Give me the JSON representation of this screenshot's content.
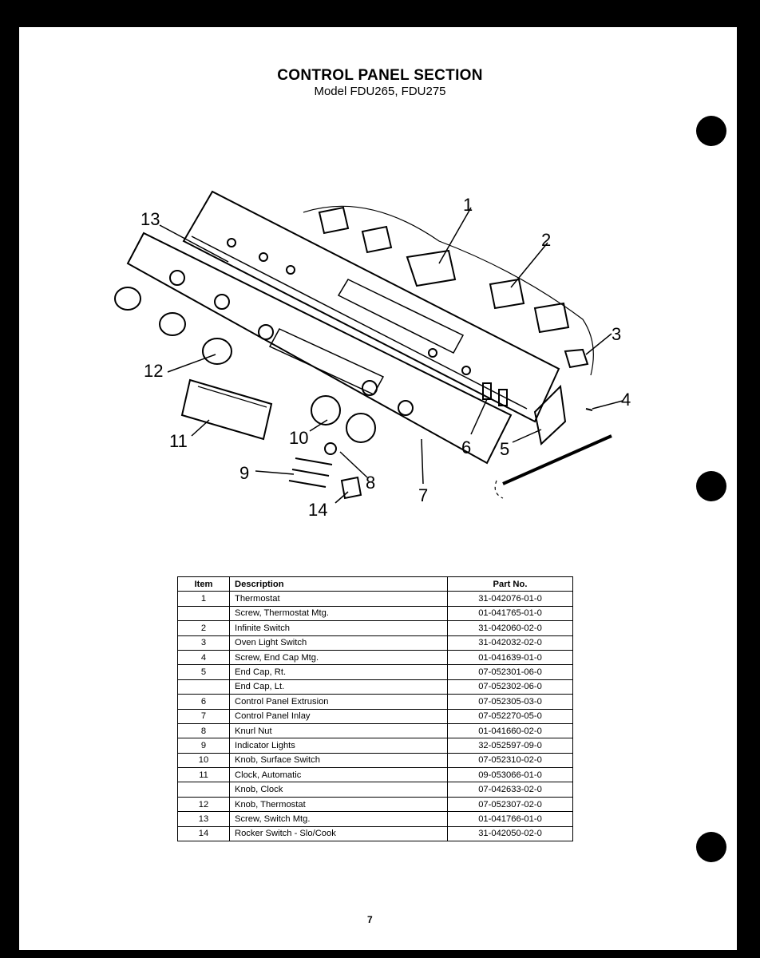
{
  "header": {
    "title": "CONTROL PANEL SECTION",
    "subtitle": "Model FDU265, FDU275"
  },
  "callouts": [
    "1",
    "2",
    "3",
    "4",
    "5",
    "6",
    "7",
    "8",
    "9",
    "10",
    "11",
    "12",
    "13",
    "14"
  ],
  "table": {
    "headers": [
      "Item",
      "Description",
      "Part No."
    ],
    "rows": [
      {
        "item": "1",
        "desc": "Thermostat",
        "part": "31-042076-01-0"
      },
      {
        "item": "",
        "desc": "Screw, Thermostat Mtg.",
        "part": "01-041765-01-0"
      },
      {
        "item": "2",
        "desc": "Infinite Switch",
        "part": "31-042060-02-0"
      },
      {
        "item": "3",
        "desc": "Oven Light Switch",
        "part": "31-042032-02-0"
      },
      {
        "item": "4",
        "desc": "Screw, End Cap Mtg.",
        "part": "01-041639-01-0"
      },
      {
        "item": "5",
        "desc": "End Cap, Rt.",
        "part": "07-052301-06-0"
      },
      {
        "item": "",
        "desc": "End Cap, Lt.",
        "part": "07-052302-06-0"
      },
      {
        "item": "6",
        "desc": "Control Panel Extrusion",
        "part": "07-052305-03-0"
      },
      {
        "item": "7",
        "desc": "Control Panel Inlay",
        "part": "07-052270-05-0"
      },
      {
        "item": "8",
        "desc": "Knurl Nut",
        "part": "01-041660-02-0"
      },
      {
        "item": "9",
        "desc": "Indicator Lights",
        "part": "32-052597-09-0"
      },
      {
        "item": "10",
        "desc": "Knob, Surface Switch",
        "part": "07-052310-02-0"
      },
      {
        "item": "11",
        "desc": "Clock, Automatic",
        "part": "09-053066-01-0"
      },
      {
        "item": "",
        "desc": "Knob, Clock",
        "part": "07-042633-02-0"
      },
      {
        "item": "12",
        "desc": "Knob, Thermostat",
        "part": "07-052307-02-0"
      },
      {
        "item": "13",
        "desc": "Screw, Switch Mtg.",
        "part": "01-041766-01-0"
      },
      {
        "item": "14",
        "desc": "Rocker Switch - Slo/Cook",
        "part": "31-042050-02-0"
      }
    ]
  },
  "footer": {
    "page_number": "7"
  }
}
